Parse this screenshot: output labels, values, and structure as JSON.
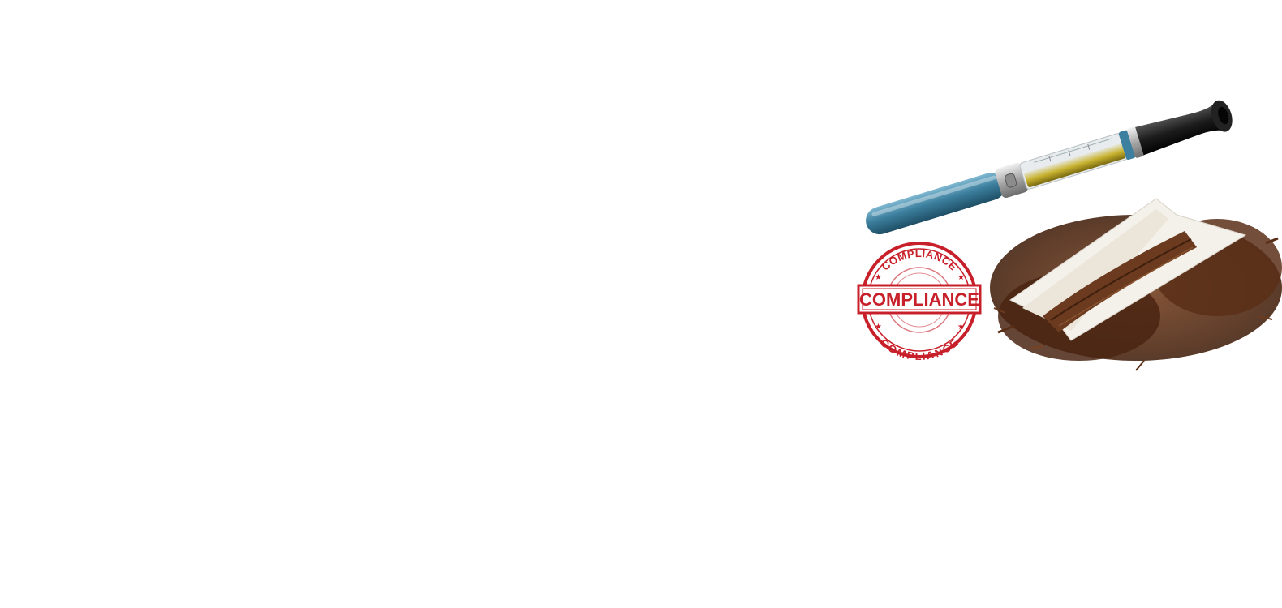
{
  "icons": {
    "vape": "vape-pen-icon",
    "stamp": "compliance-stamp-icon",
    "tobacco": "tobacco-rolling-paper-icon"
  },
  "colors": {
    "background": "#ffffff",
    "stamp_red": "#c8202a",
    "pen_blue": "#3c7f9e",
    "pen_mouthpiece": "#1c1c1c",
    "liquid_yellow": "#c8b330",
    "tobacco_brown": "#6b3a1f",
    "paper": "#f4f0ea"
  },
  "stamp": {
    "main_text": "COMPLIANCE",
    "top_arc_text": "COMPLIANCE",
    "bottom_arc_text": "COMPLIANCE"
  }
}
